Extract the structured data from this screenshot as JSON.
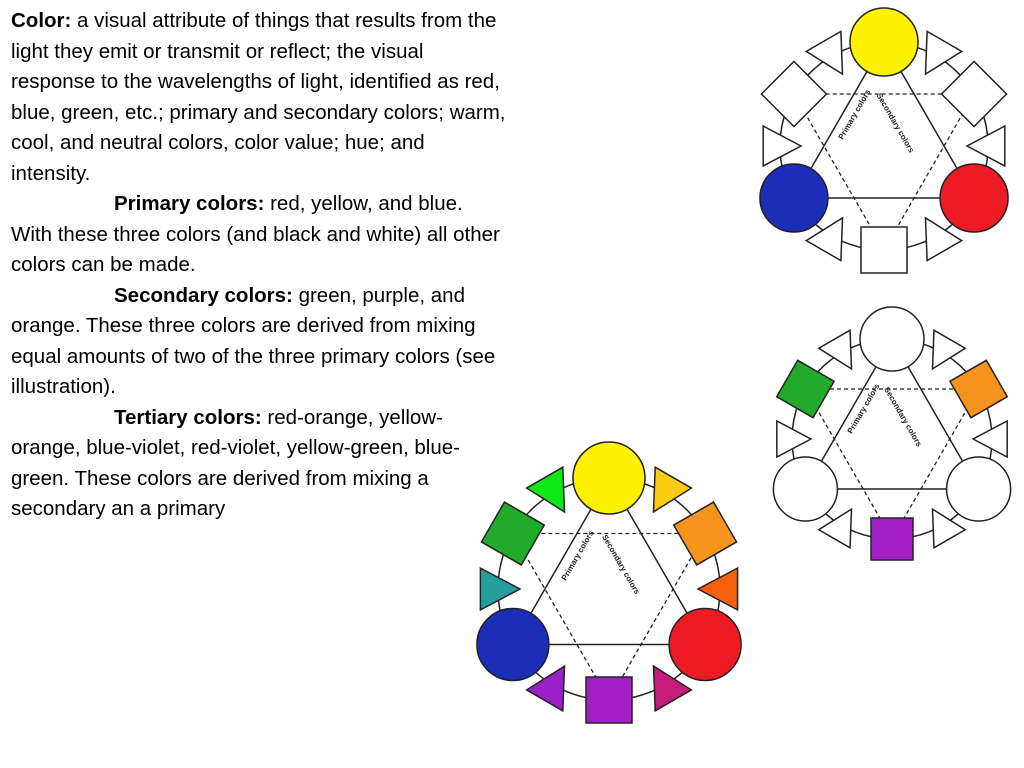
{
  "definition": {
    "color_term": "Color:",
    "color_text": " a visual attribute of things that results from the light they emit or transmit or reflect; the visual response to the wavelengths of light, identified as red, blue, green, etc.; primary and secondary colors; warm, cool, and neutral colors, color value; hue; and intensity.",
    "primary_term": "Primary colors:",
    "primary_text": " red, yellow, and blue. With these three colors (and black and white) all other colors can be made.",
    "secondary_term": "Secondary colors:",
    "secondary_text": " green, purple, and orange. These three colors are derived from mixing equal amounts of two of the three primary colors (see illustration).",
    "tertiary_term": "Tertiary colors:",
    "tertiary_text": "  red-orange, yellow-orange, blue-violet, red-violet, yellow-green, blue-green.  These colors are derived from mixing a secondary an a primary"
  },
  "wheel_labels": {
    "primary": "Primary colors",
    "secondary": "Secondary colors"
  },
  "colors": {
    "yellow": "#FFF200",
    "red": "#ED1C24",
    "blue": "#1C2DB8",
    "green": "#22AA2A",
    "orange": "#F7941D",
    "purple": "#A21FC6",
    "yellow_green": "#0EE616",
    "yellow_orange": "#FDCB10",
    "red_orange": "#F5600F",
    "red_violet": "#C81C7A",
    "blue_violet": "#9C1FCC",
    "blue_green": "#239E9A",
    "none": "#FFFFFF"
  },
  "wheels": [
    {
      "id": "primary-wheel",
      "primaries": {
        "top": "yellow",
        "right": "red",
        "left": "blue"
      },
      "secondaries": {
        "top_right": "none",
        "bottom": "none",
        "top_left": "none"
      },
      "tertiaries": [
        "none",
        "none",
        "none",
        "none",
        "none",
        "none"
      ]
    },
    {
      "id": "secondary-wheel",
      "primaries": {
        "top": "none",
        "right": "none",
        "left": "none"
      },
      "secondaries": {
        "top_right": "orange",
        "bottom": "purple",
        "top_left": "green"
      },
      "tertiaries": [
        "none",
        "none",
        "none",
        "none",
        "none",
        "none"
      ]
    },
    {
      "id": "tertiary-wheel",
      "primaries": {
        "top": "yellow",
        "right": "red",
        "left": "blue"
      },
      "secondaries": {
        "top_right": "orange",
        "bottom": "purple",
        "top_left": "green"
      },
      "tertiaries": [
        "yellow_orange",
        "red_orange",
        "red_violet",
        "blue_violet",
        "blue_green",
        "yellow_green"
      ]
    }
  ]
}
